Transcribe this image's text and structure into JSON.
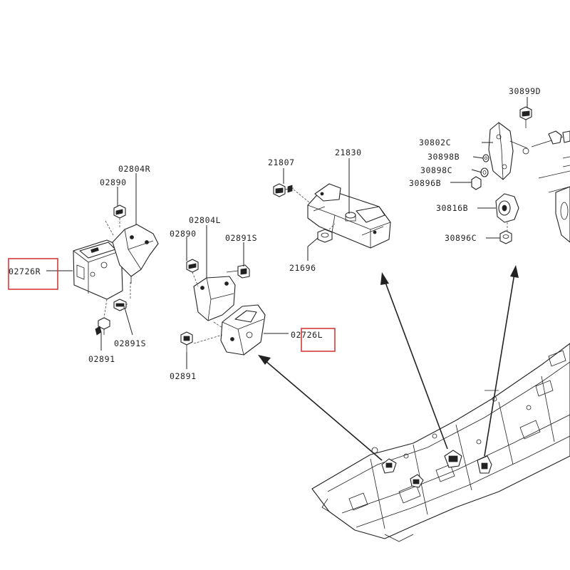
{
  "labels": {
    "p02804R": "02804R",
    "p02890_r": "02890",
    "p02726R": "02726R",
    "p02891S_r": "02891S",
    "p02891_r": "02891",
    "p02804L": "02804L",
    "p02890_l": "02890",
    "p02891S_l": "02891S",
    "p02726L": "02726L",
    "p02891_l": "02891",
    "p21807": "21807",
    "p21830": "21830",
    "p21696": "21696",
    "p30899D": "30899D",
    "p30802C": "30802C",
    "p30898B": "30898B",
    "p30898C": "30898C",
    "p30896B": "30896B",
    "p30816B": "30816B",
    "p30896C": "30896C"
  },
  "colors": {
    "highlight": "#d63a3a",
    "ink": "#222222"
  }
}
